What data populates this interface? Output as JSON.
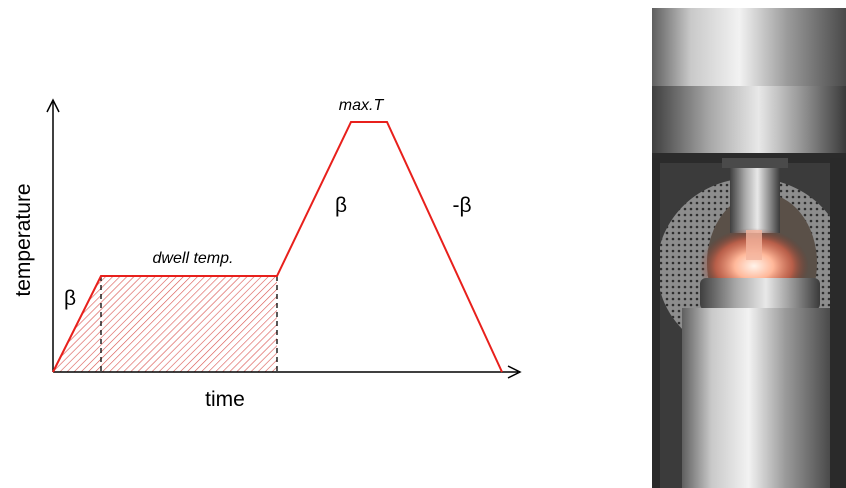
{
  "diagram": {
    "x_axis_label": "time",
    "y_axis_label": "temperature",
    "labels": {
      "max_temp": "max.T",
      "dwell_temp": "dwell temp.",
      "heating_rate_1": "β",
      "heating_rate_2": "β",
      "cooling_rate": "-β"
    },
    "colors": {
      "profile_line": "#e8201c",
      "hatch": "#d9534f",
      "axes": "#000000"
    }
  },
  "photo": {
    "subject": "furnace-chamber-with-glowing-sample"
  }
}
